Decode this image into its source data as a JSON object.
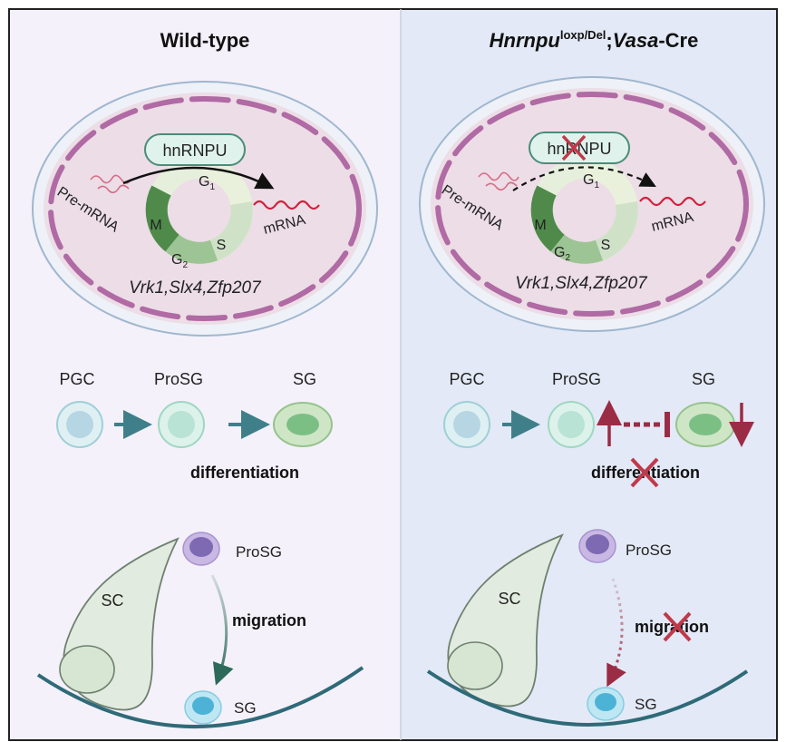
{
  "left": {
    "title": "Wild-type",
    "enzyme": "hnRNPU",
    "pre_mrna": "Pre-mRNA",
    "mrna": "mRNA",
    "phases": {
      "g1": "G",
      "g1_sub": "1",
      "g2": "G",
      "g2_sub": "2",
      "s": "S",
      "m": "M"
    },
    "genes": "Vrk1,Slx4,Zfp207",
    "cells": {
      "pgc": "PGC",
      "prosg": "ProSG",
      "sg": "SG"
    },
    "differentiation": "differentiation",
    "niche": {
      "sc": "SC",
      "prosg": "ProSG",
      "sg": "SG",
      "migration": "migration"
    }
  },
  "right": {
    "title_gene": "Hnrnpu",
    "title_sup": "loxp/Del",
    "title_sep": ";",
    "title_vasa": "Vasa",
    "title_cre": "-Cre",
    "enzyme": "hnRNPU",
    "pre_mrna": "Pre-mRNA",
    "mrna": "mRNA",
    "phases": {
      "g1": "G",
      "g1_sub": "1",
      "g2": "G",
      "g2_sub": "2",
      "s": "S",
      "m": "M"
    },
    "genes": "Vrk1,Slx4,Zfp207",
    "cells": {
      "pgc": "PGC",
      "prosg": "ProSG",
      "sg": "SG"
    },
    "differentiation": "differentiation",
    "niche": {
      "sc": "SC",
      "prosg": "ProSG",
      "sg": "SG",
      "migration": "migration"
    }
  },
  "colors": {
    "left_bg": "#f4f1fa",
    "right_bg": "#e3e9f6",
    "nucleus_fill": "#ecdde6",
    "envelope": "#b06aa4",
    "arrow_teal": "#3f7f8a",
    "inhibit_red": "#9b2c45",
    "cross_red": "#c0394b",
    "enzyme_fill": "#dff3ec",
    "enzyme_stroke": "#4b8c79",
    "membrane": "#2f6a78"
  }
}
